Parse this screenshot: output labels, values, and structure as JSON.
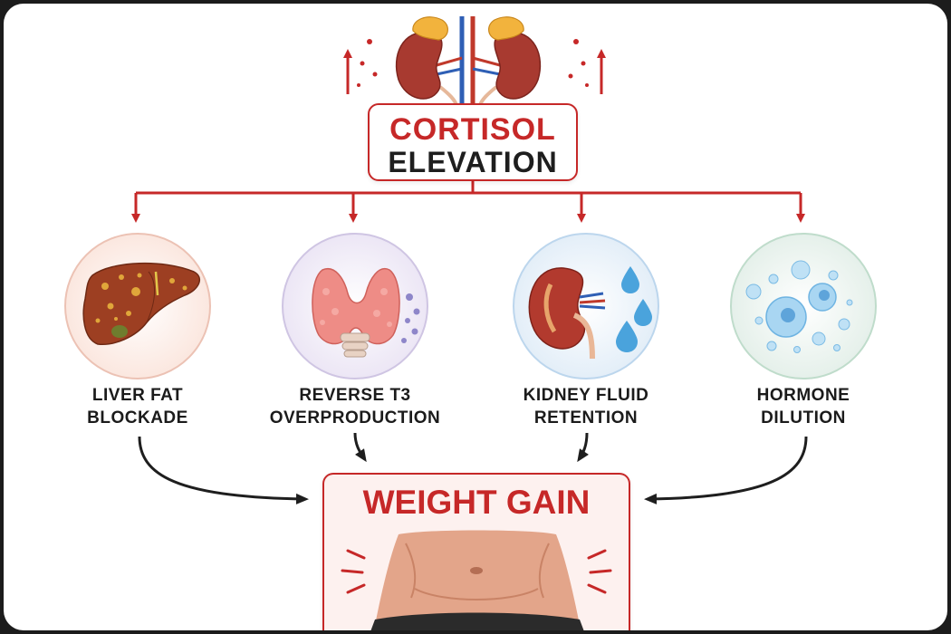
{
  "cortisol": {
    "line1": "CORTISOL",
    "line2": "ELEVATION"
  },
  "causes": [
    {
      "line1": "LIVER FAT",
      "line2": "BLOCKADE",
      "icon": "liver-icon"
    },
    {
      "line1": "REVERSE T3",
      "line2": "OVERPRODUCTION",
      "icon": "thyroid-icon"
    },
    {
      "line1": "KIDNEY FLUID",
      "line2": "RETENTION",
      "icon": "kidney-icon"
    },
    {
      "line1": "HORMONE",
      "line2": "DILUTION",
      "icon": "cells-icon"
    }
  ],
  "outcome": {
    "title": "WEIGHT GAIN",
    "icon": "belly-icon"
  },
  "top_icon": "adrenal-kidneys-icon",
  "colors": {
    "accent": "#c62828",
    "arrow_dark": "#1e1e1e",
    "outcome_bg": "#fdf1ef"
  }
}
